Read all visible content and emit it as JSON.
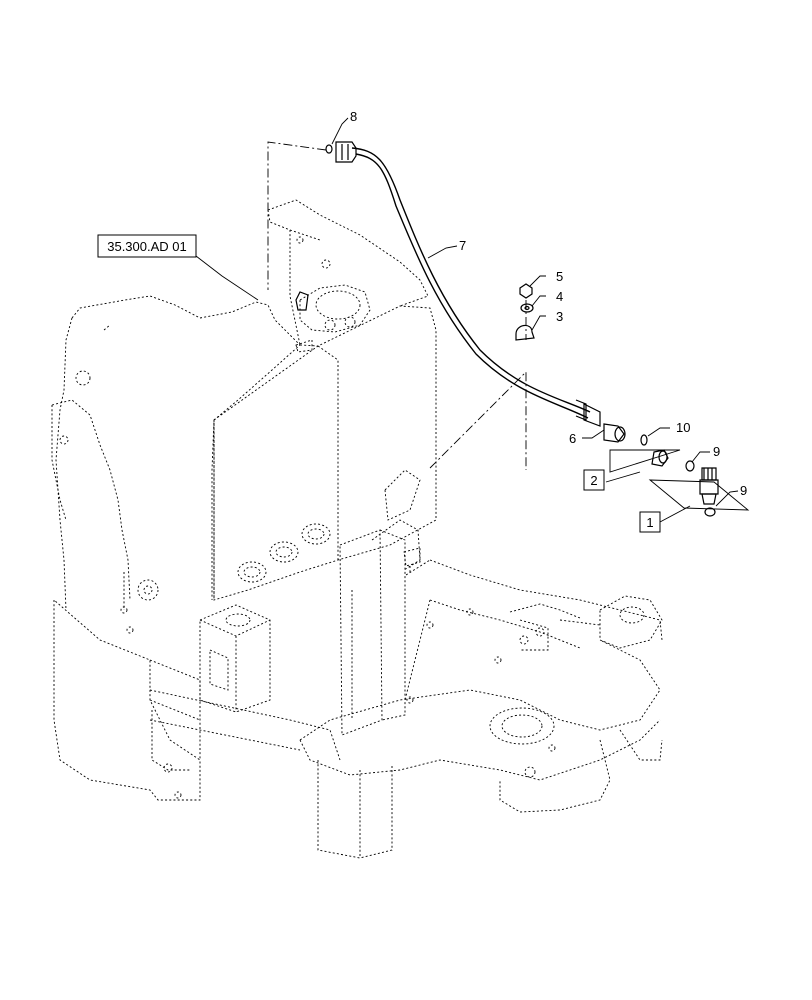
{
  "diagram": {
    "reference_label": "35.300.AD 01",
    "callouts": {
      "c1": "1",
      "c2": "2",
      "c3": "3",
      "c4": "4",
      "c5": "5",
      "c6": "6",
      "c7": "7",
      "c8": "8",
      "c9a": "9",
      "c9b": "9",
      "c10": "10"
    }
  }
}
